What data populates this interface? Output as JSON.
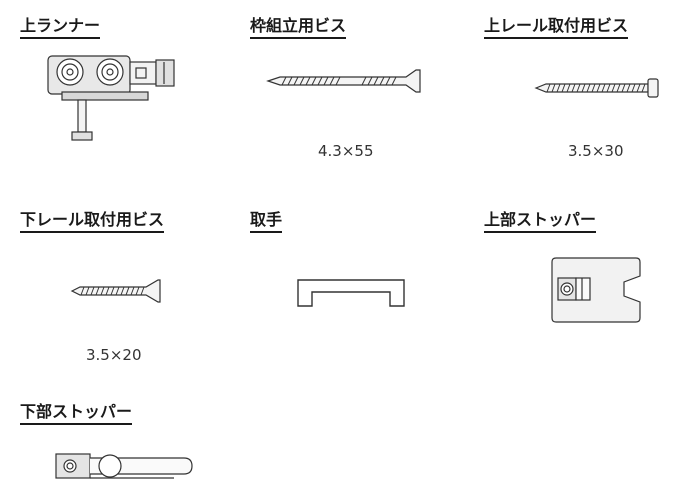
{
  "colors": {
    "text": "#1a1a1a",
    "line": "#333333",
    "fill": "#e6e6e6"
  },
  "parts": [
    {
      "title": "上ランナー",
      "spec": "",
      "icon": "top-runner-icon"
    },
    {
      "title": "枠組立用ビス",
      "spec": "4.3×55",
      "icon": "frame-assembly-screw-icon"
    },
    {
      "title": "上レール取付用ビス",
      "spec": "3.5×30",
      "icon": "upper-rail-screw-icon"
    },
    {
      "title": "下レール取付用ビス",
      "spec": "3.5×20",
      "icon": "lower-rail-screw-icon"
    },
    {
      "title": "取手",
      "spec": "",
      "icon": "handle-icon"
    },
    {
      "title": "上部ストッパー",
      "spec": "",
      "icon": "upper-stopper-icon"
    },
    {
      "title": "下部ストッパー",
      "spec": "",
      "icon": "lower-stopper-icon"
    }
  ]
}
